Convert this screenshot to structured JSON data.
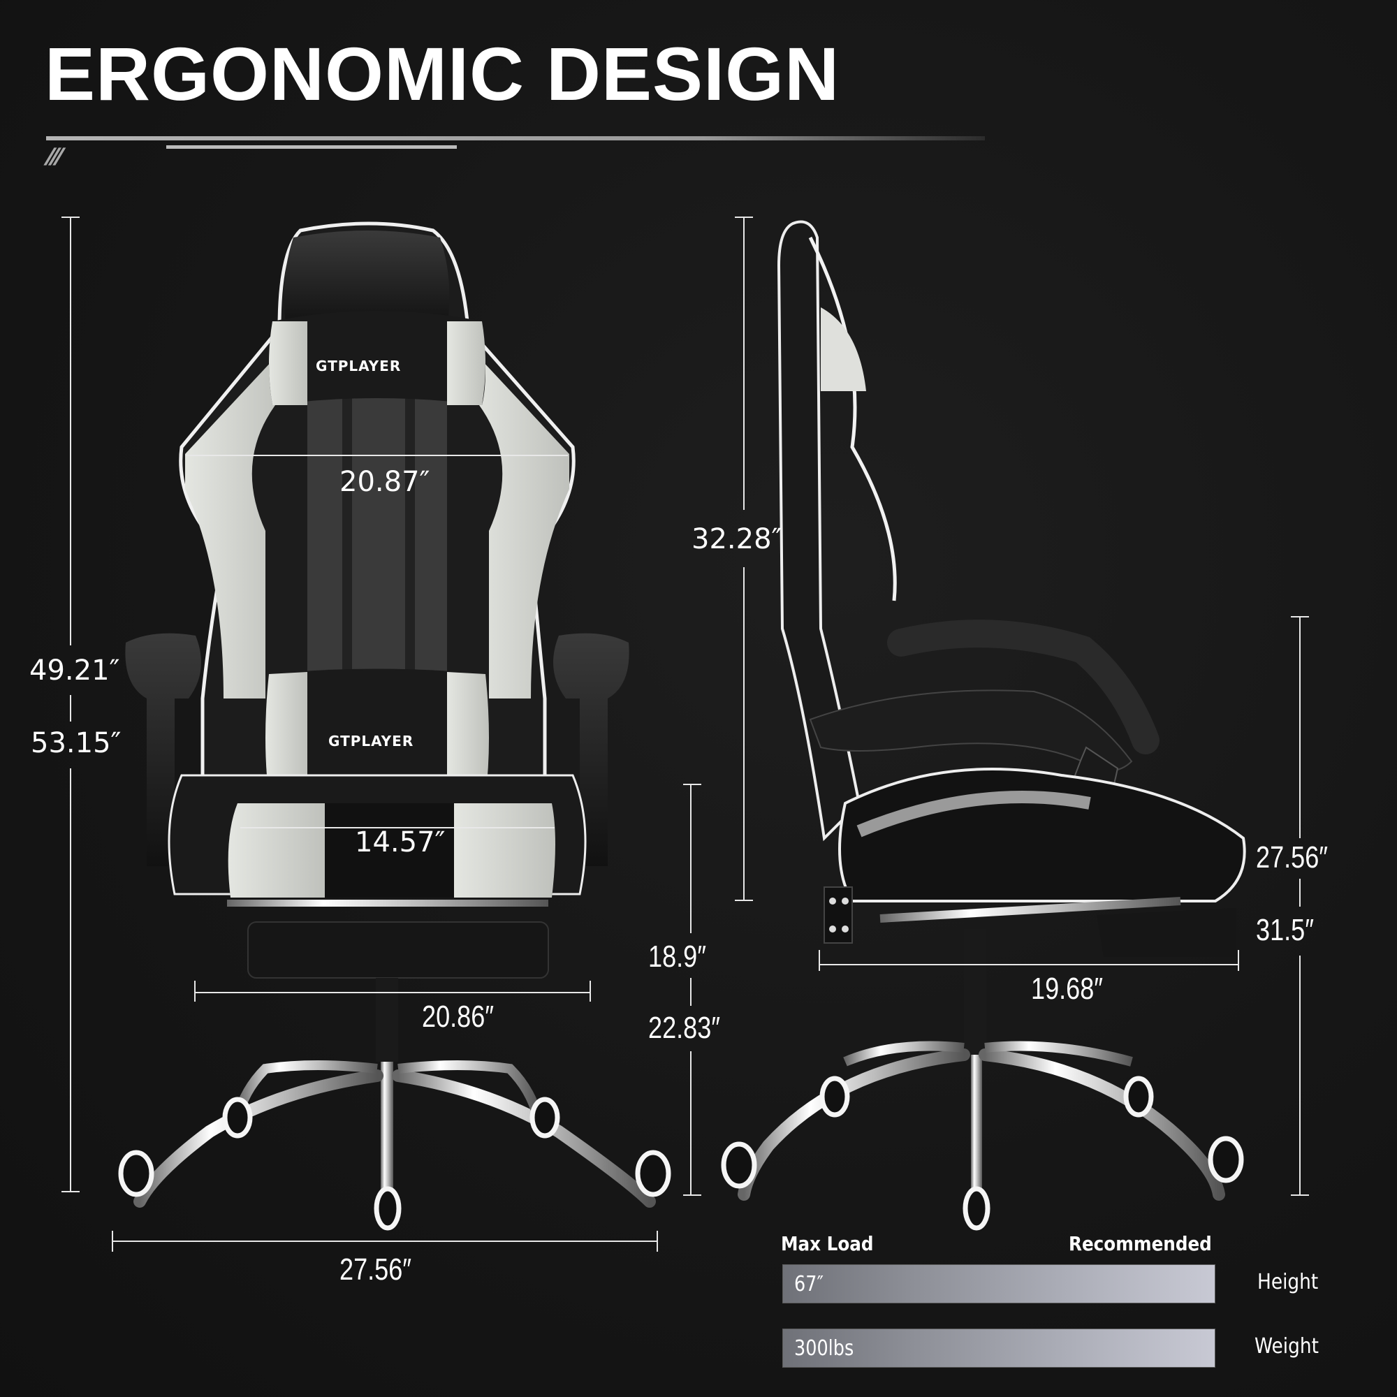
{
  "header": {
    "title": "ERGONOMIC DESIGN",
    "slashes": "///"
  },
  "brand": {
    "logo_text": "GTPLAYER"
  },
  "front_view": {
    "backrest_width": "20.87″",
    "seat_width": "14.57″",
    "total_height_min": "49.21″",
    "total_height_max": "53.15″",
    "armrest_span": "20.86″",
    "base_width": "27.56″"
  },
  "side_view": {
    "backrest_height": "32.28″",
    "seat_depth": "19.68″",
    "seat_height_min": "18.9″",
    "seat_height_max": "22.83″",
    "armrest_height_min": "27.56″",
    "armrest_height_max": "31.5″"
  },
  "recommendations": {
    "max_load_label": "Max Load",
    "recommended_label": "Recommended",
    "rows": [
      {
        "value": "67″",
        "label": "Height"
      },
      {
        "value": "300lbs",
        "label": "Weight"
      }
    ]
  },
  "colors": {
    "background": "#151515",
    "text": "#ffffff",
    "bar_start": "#6f7178",
    "bar_end": "#c8c9d4"
  }
}
